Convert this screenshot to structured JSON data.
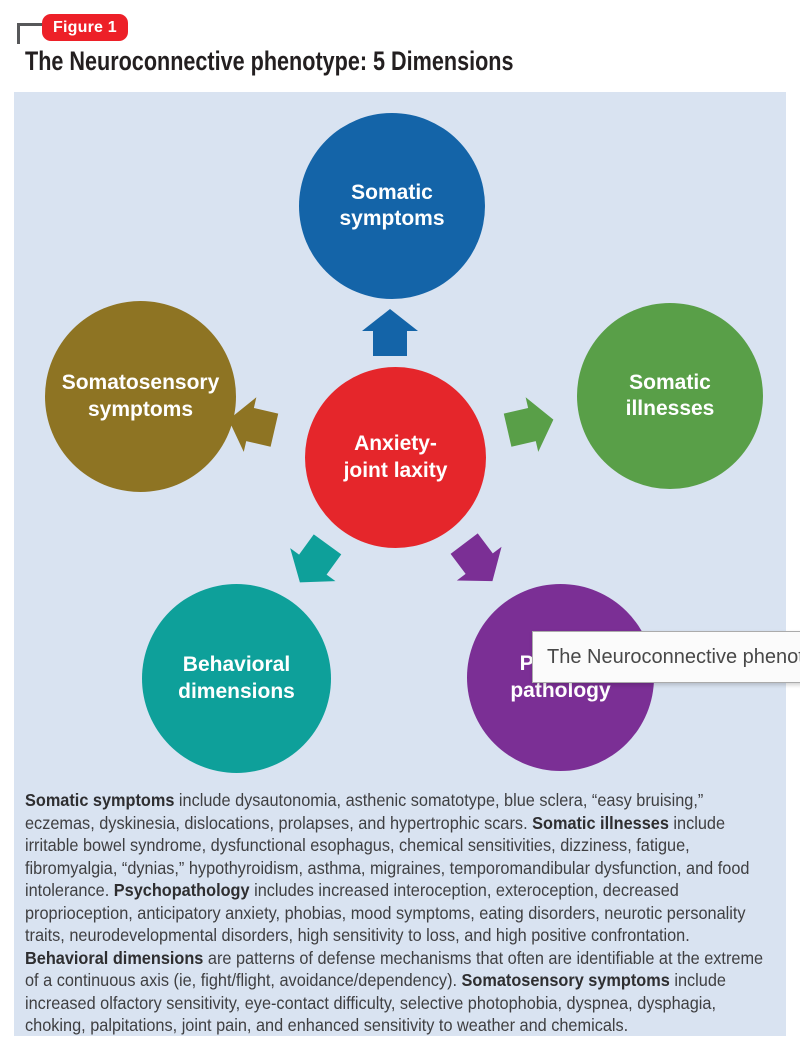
{
  "figure": {
    "badge_label": "Figure 1",
    "badge_color": "#ed2028",
    "title": "The Neuroconnective phenotype: 5 Dimensions"
  },
  "diagram": {
    "background_color": "#d9e3f1",
    "center_node": {
      "label": "Anxiety-\njoint laxity",
      "color": "#e5262b"
    },
    "nodes": [
      {
        "name": "somatic-symptoms",
        "label": "Somatic\nsymptoms",
        "color": "#1464a8"
      },
      {
        "name": "somatic-illnesses",
        "label": "Somatic\nillnesses",
        "color": "#599f48"
      },
      {
        "name": "psychopathology",
        "label": "Psycho-\npathology",
        "color": "#7b2f95"
      },
      {
        "name": "behavioral-dimensions",
        "label": "Behavioral\ndimensions",
        "color": "#0ea09a"
      },
      {
        "name": "somatosensory-symptoms",
        "label": "Somatosensory\nsymptoms",
        "color": "#8e7423"
      }
    ]
  },
  "tooltip": {
    "text": "The Neuroconnective phenoty"
  },
  "description": {
    "segments": [
      {
        "bold": true,
        "text": "Somatic symptoms"
      },
      {
        "text": " include dysautonomia, asthenic somatotype, blue sclera, “easy bruising,” eczemas, dyskinesia, dislocations, prolapses, and hypertrophic scars. "
      },
      {
        "bold": true,
        "text": "Somatic illnesses"
      },
      {
        "text": " include irritable bowel syndrome, dysfunctional esophagus, chemical sensitivities, dizziness, fatigue, fibromyalgia, “dynias,” hypothyroidism, asthma, migraines, temporomandibular dysfunction, and food intolerance. "
      },
      {
        "bold": true,
        "text": "Psychopathology"
      },
      {
        "text": " includes increased interoception, exteroception, decreased proprioception, anticipatory anxiety, phobias, mood symptoms, eating disorders, neurotic personality traits, neurodevelopmental disorders, high sensitivity to loss, and high positive confrontation."
      },
      {
        "br": true
      },
      {
        "bold": true,
        "text": "Behavioral dimensions"
      },
      {
        "text": " are patterns of defense mechanisms that often are identifiable at the extreme of a continuous axis (ie, fight/flight, avoidance/dependency). "
      },
      {
        "bold": true,
        "text": "Somatosensory symptoms"
      },
      {
        "text": " include increased olfactory sensitivity, eye-contact difficulty, selective photophobia, dyspnea, dysphagia, choking, palpitations, joint pain, and enhanced sensitivity to weather and chemicals."
      }
    ]
  }
}
